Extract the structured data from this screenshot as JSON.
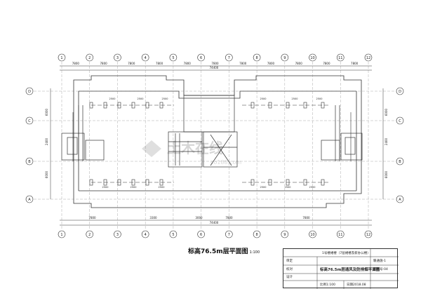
{
  "plan": {
    "axes_top": [
      "1",
      "2",
      "3",
      "4",
      "5",
      "6",
      "7",
      "8",
      "9",
      "10",
      "11",
      "12"
    ],
    "axes_left": [
      "D",
      "C",
      "B",
      "A"
    ],
    "axes_right": [
      "D",
      "C",
      "B",
      "A"
    ],
    "dims_top": [
      "7800",
      "7800",
      "7800",
      "7800",
      "7800",
      "7800",
      "7800",
      "7800",
      "7800",
      "7800",
      "7800"
    ],
    "dims_top_total": "74400",
    "dims_bottom": [
      "7800",
      "3300",
      "3000",
      "7800",
      "7800"
    ],
    "dims_bottom_total": "74400",
    "dims_left": [
      "6000",
      "2400",
      "6000"
    ],
    "dims_right": [
      "6000",
      "2400",
      "6000"
    ],
    "duct_tags": [
      "2500",
      "2500",
      "2500",
      "2500",
      "2500",
      "2500",
      "2500",
      "2500",
      "2500",
      "2500",
      "2500",
      "2500"
    ],
    "watermark": "土木在线",
    "watermark_sub": "co188.com"
  },
  "caption": {
    "title": "标高76.5m层平面图",
    "scale": "1:100"
  },
  "title_block": {
    "project": "1号楼裙楼（7层裙楼及新办公楼）",
    "drawing_name": "标高76.5m层通风及防排烟平面图",
    "drawing_no": "暖通施-1",
    "sheet": "图纸号-04",
    "row1": "审定",
    "row2": "校对",
    "row3": "设计",
    "scale_note": "比例1:100",
    "date": "日期2018.08"
  }
}
